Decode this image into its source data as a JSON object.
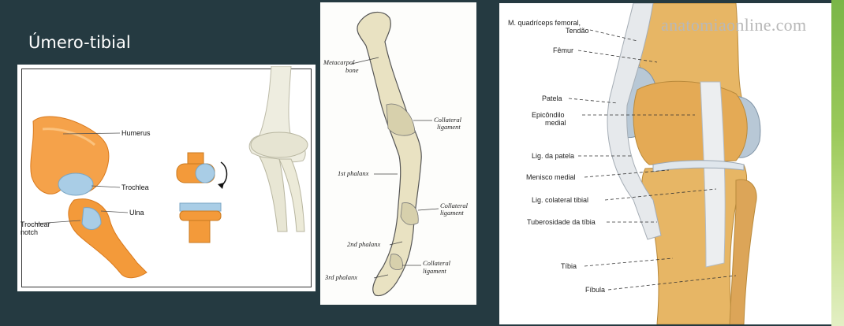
{
  "slide": {
    "title": "Úmero-tibial"
  },
  "elbow_panel": {
    "labels": {
      "humerus": "Humerus",
      "trochlea": "Trochlea",
      "ulna": "Ulna",
      "trochlear_notch_line1": "Trochlear",
      "trochlear_notch_line2": "notch"
    }
  },
  "finger_panel": {
    "labels": {
      "metacarpal_line1": "Metacarpal",
      "metacarpal_line2": "bone",
      "collateral1_line1": "Collateral",
      "collateral1_line2": "ligament",
      "first_phalanx": "1st phalanx",
      "collateral2_line1": "Collateral",
      "collateral2_line2": "ligament",
      "second_phalanx": "2nd phalanx",
      "collateral3_line1": "Collateral",
      "collateral3_line2": "ligament",
      "third_phalanx": "3rd phalanx"
    }
  },
  "knee_panel": {
    "watermark": "anatomiaonline.com",
    "labels": {
      "quadriceps_line1": "M. quadríceps femoral,",
      "quadriceps_line2": "Tendão",
      "femur": "Fêmur",
      "patela": "Patela",
      "epicondilo_line1": "Epicôndilo",
      "epicondilo_line2": "medial",
      "lig_patela": "Lig. da patela",
      "menisco": "Menisco medial",
      "lig_colateral": "Lig. colateral tibial",
      "tuberosidade": "Tuberosidade da tíbia",
      "tibia": "Tíbia",
      "fibula": "Fíbula"
    }
  },
  "colors": {
    "background": "#253a41",
    "accent_green": "#7ab648",
    "bone_orange": "#f39a3a",
    "cartilage_blue": "#a9cde6",
    "bone_tan": "#e0b56a"
  }
}
